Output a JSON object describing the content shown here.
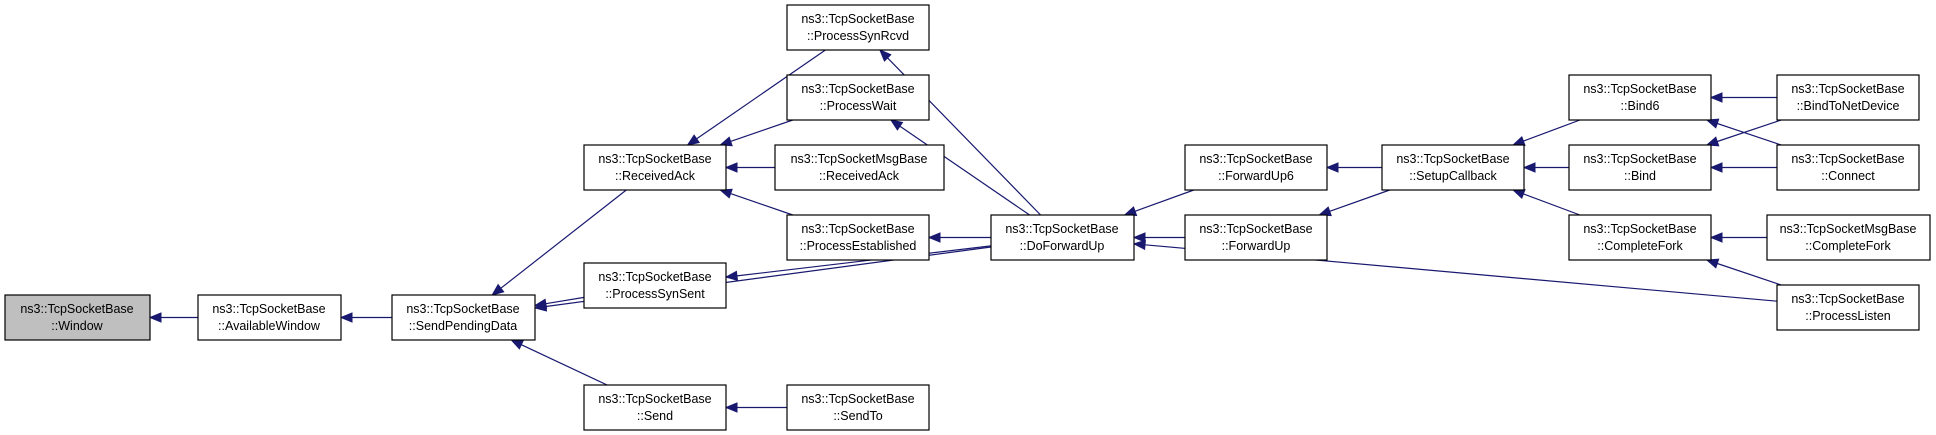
{
  "nodes": {
    "window": {
      "line1": "ns3::TcpSocketBase",
      "line2": "::Window"
    },
    "available_window": {
      "line1": "ns3::TcpSocketBase",
      "line2": "::AvailableWindow"
    },
    "send_pending_data": {
      "line1": "ns3::TcpSocketBase",
      "line2": "::SendPendingData"
    },
    "received_ack": {
      "line1": "ns3::TcpSocketBase",
      "line2": "::ReceivedAck"
    },
    "process_syn_sent": {
      "line1": "ns3::TcpSocketBase",
      "line2": "::ProcessSynSent"
    },
    "send": {
      "line1": "ns3::TcpSocketBase",
      "line2": "::Send"
    },
    "process_syn_rcvd": {
      "line1": "ns3::TcpSocketBase",
      "line2": "::ProcessSynRcvd"
    },
    "process_wait": {
      "line1": "ns3::TcpSocketBase",
      "line2": "::ProcessWait"
    },
    "msg_received_ack": {
      "line1": "ns3::TcpSocketMsgBase",
      "line2": "::ReceivedAck"
    },
    "process_established": {
      "line1": "ns3::TcpSocketBase",
      "line2": "::ProcessEstablished"
    },
    "send_to": {
      "line1": "ns3::TcpSocketBase",
      "line2": "::SendTo"
    },
    "do_forward_up": {
      "line1": "ns3::TcpSocketBase",
      "line2": "::DoForwardUp"
    },
    "forward_up6": {
      "line1": "ns3::TcpSocketBase",
      "line2": "::ForwardUp6"
    },
    "forward_up": {
      "line1": "ns3::TcpSocketBase",
      "line2": "::ForwardUp"
    },
    "setup_callback": {
      "line1": "ns3::TcpSocketBase",
      "line2": "::SetupCallback"
    },
    "bind6": {
      "line1": "ns3::TcpSocketBase",
      "line2": "::Bind6"
    },
    "bind": {
      "line1": "ns3::TcpSocketBase",
      "line2": "::Bind"
    },
    "complete_fork": {
      "line1": "ns3::TcpSocketBase",
      "line2": "::CompleteFork"
    },
    "bind_to_net_device": {
      "line1": "ns3::TcpSocketBase",
      "line2": "::BindToNetDevice"
    },
    "connect": {
      "line1": "ns3::TcpSocketBase",
      "line2": "::Connect"
    },
    "msg_complete_fork": {
      "line1": "ns3::TcpSocketMsgBase",
      "line2": "::CompleteFork"
    },
    "process_listen": {
      "line1": "ns3::TcpSocketBase",
      "line2": "::ProcessListen"
    }
  },
  "edges": [
    {
      "from": "available_window",
      "to": "window"
    },
    {
      "from": "send_pending_data",
      "to": "available_window"
    },
    {
      "from": "received_ack",
      "to": "send_pending_data"
    },
    {
      "from": "process_syn_sent",
      "to": "send_pending_data"
    },
    {
      "from": "send",
      "to": "send_pending_data"
    },
    {
      "from": "do_forward_up",
      "to": "send_pending_data"
    },
    {
      "from": "process_syn_rcvd",
      "to": "received_ack"
    },
    {
      "from": "process_wait",
      "to": "received_ack"
    },
    {
      "from": "msg_received_ack",
      "to": "received_ack"
    },
    {
      "from": "process_established",
      "to": "received_ack"
    },
    {
      "from": "do_forward_up",
      "to": "process_syn_sent"
    },
    {
      "from": "send_to",
      "to": "send"
    },
    {
      "from": "do_forward_up",
      "to": "process_syn_rcvd"
    },
    {
      "from": "do_forward_up",
      "to": "process_wait"
    },
    {
      "from": "do_forward_up",
      "to": "process_established"
    },
    {
      "from": "forward_up6",
      "to": "do_forward_up"
    },
    {
      "from": "forward_up",
      "to": "do_forward_up"
    },
    {
      "from": "process_listen",
      "to": "do_forward_up"
    },
    {
      "from": "setup_callback",
      "to": "forward_up6"
    },
    {
      "from": "setup_callback",
      "to": "forward_up"
    },
    {
      "from": "bind6",
      "to": "setup_callback"
    },
    {
      "from": "bind",
      "to": "setup_callback"
    },
    {
      "from": "complete_fork",
      "to": "setup_callback"
    },
    {
      "from": "bind_to_net_device",
      "to": "bind6"
    },
    {
      "from": "connect",
      "to": "bind6"
    },
    {
      "from": "bind_to_net_device",
      "to": "bind"
    },
    {
      "from": "connect",
      "to": "bind"
    },
    {
      "from": "msg_complete_fork",
      "to": "complete_fork"
    },
    {
      "from": "process_listen",
      "to": "complete_fork"
    }
  ],
  "colors": {
    "edge": "#191970",
    "highlight_fill": "#bfbfbf",
    "node_fill": "#ffffff"
  }
}
